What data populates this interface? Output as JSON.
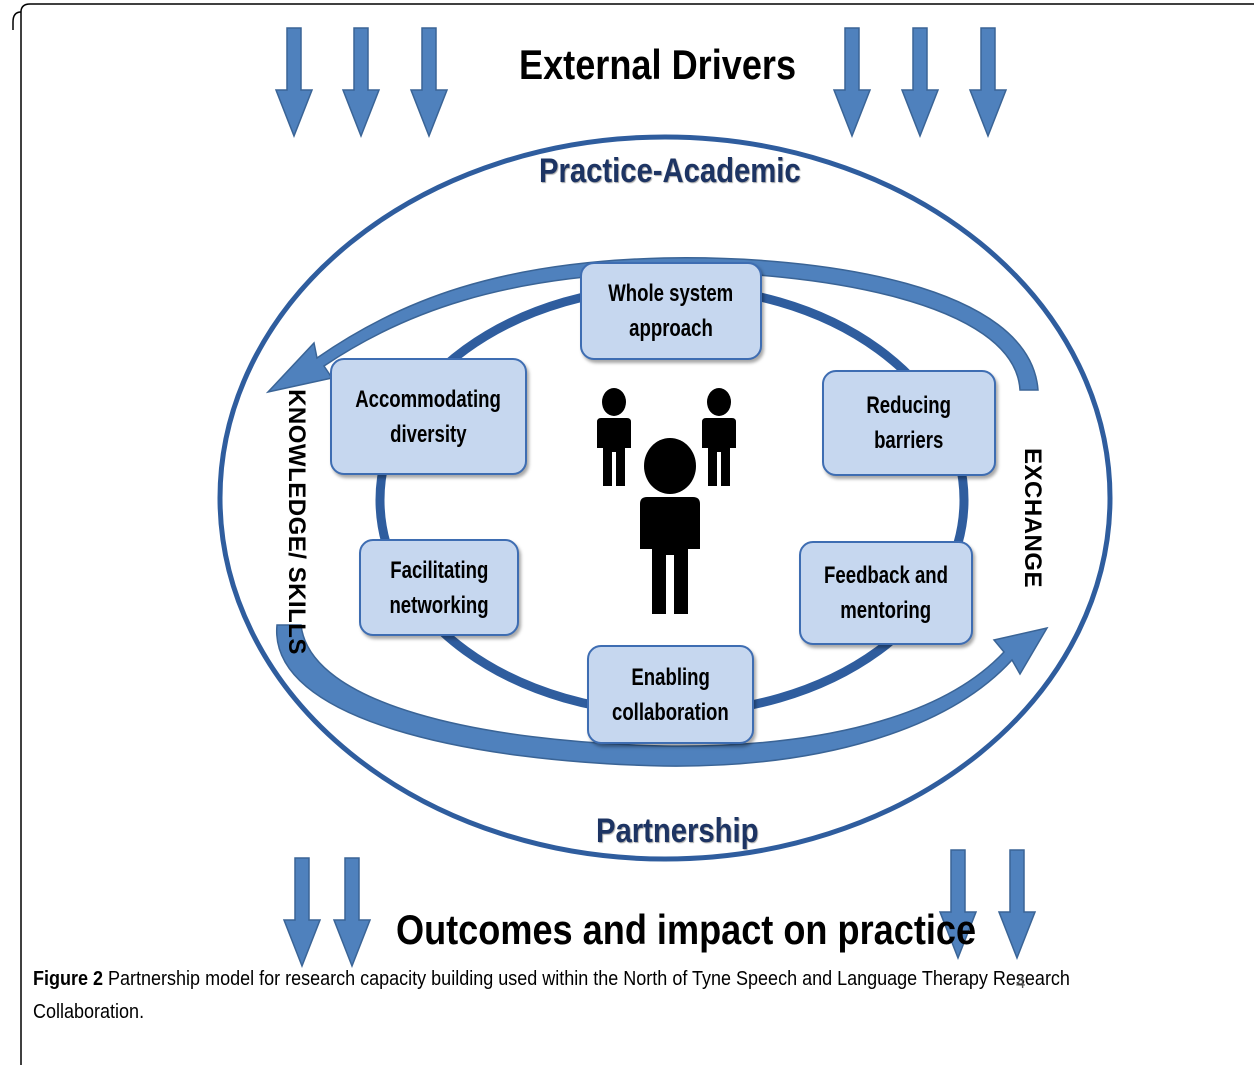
{
  "diagram": {
    "top_heading": "External Drivers",
    "bottom_heading": "Outcomes and impact on practice",
    "outer_ring_top_label": "Practice-Academic",
    "outer_ring_bottom_label": "Partnership",
    "left_label": "KNOWLEDGE/ SKILLS",
    "right_label": "EXCHANGE",
    "boxes": {
      "whole_system": [
        "Whole system",
        "approach"
      ],
      "accommodating": [
        "Accommodating",
        "diversity"
      ],
      "reducing": [
        "Reducing",
        "barriers"
      ],
      "facilitating": [
        "Facilitating",
        "networking"
      ],
      "feedback": [
        "Feedback and",
        "mentoring"
      ],
      "enabling": [
        "Enabling",
        "collaboration"
      ]
    }
  },
  "caption": {
    "label": "Figure 2",
    "text": "Partnership model for research capacity building used within the North of Tyne Speech and Language Therapy Research Collaboration."
  },
  "page_number": "4",
  "colors": {
    "arrow_fill": "#4f81bd",
    "arrow_stroke": "#3a6496",
    "ring_stroke": "#2f5d9e",
    "box_fill": "#c6d7ef",
    "label_color": "#1d3463"
  }
}
